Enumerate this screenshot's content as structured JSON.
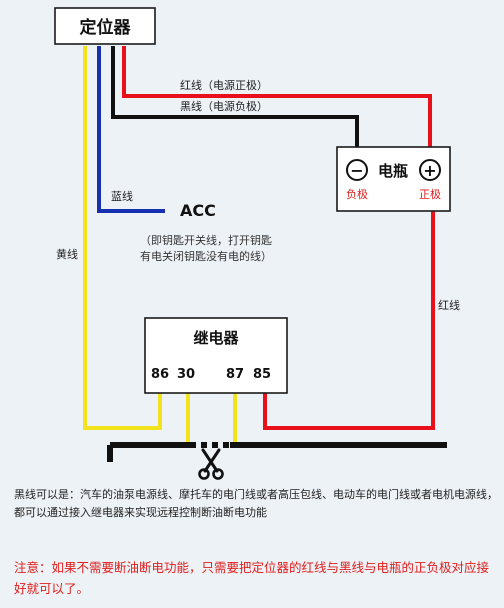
{
  "colors": {
    "red": "#e8101a",
    "black": "#111111",
    "blue": "#1730b0",
    "yellow": "#f2e31c",
    "label_red": "#e0201e",
    "text": "#222222"
  },
  "locator": {
    "title": "定位器"
  },
  "battery": {
    "title": "电瓶",
    "negative_symbol": "−",
    "positive_symbol": "+",
    "negative_label": "负极",
    "positive_label": "正极"
  },
  "acc": {
    "label": "ACC",
    "note_line1": "（即钥匙开关线，打开钥匙",
    "note_line2": "有电关闭钥匙没有电的线）"
  },
  "relay": {
    "title": "继电器",
    "pins": [
      "86",
      "30",
      "87",
      "85"
    ]
  },
  "wires": {
    "red_top": "红线（电源正极）",
    "black_top": "黑线（电源负极）",
    "blue": "蓝线",
    "yellow": "黄线",
    "red_right": "红线"
  },
  "cut_icon": "scissors-icon",
  "notes": {
    "black_wire": "黑线可以是：汽车的油泵电源线、摩托车的电门线或者高压包线、电动车的电门线或者电机电源线，都可以通过接入继电器来实现远程控制断油断电功能",
    "warning": "注意：如果不需要断油断电功能，只需要把定位器的红线与黑线与电瓶的正负极对应接好就可以了。"
  }
}
